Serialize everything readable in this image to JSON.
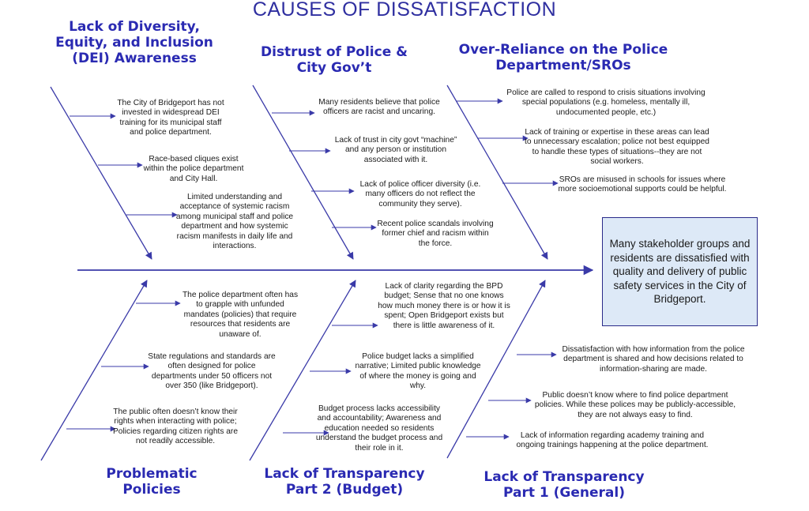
{
  "title": "CAUSES OF DISSATISFACTION",
  "effect": "Many stakeholder groups and residents are dissatisfied with quality and delivery of public safety services in the City of Bridgeport.",
  "colors": {
    "category": "#2a2ab2",
    "lines": "#3a3aa8",
    "effect_fill": "#dde9f7"
  },
  "categories": [
    {
      "label": "Lack of Diversity, Equity, and Inclusion (DEI) Awareness",
      "causes": [
        "The City of Bridgeport has not invested in widespread DEI training for its municipal staff and police department.",
        "Race-based cliques exist within the police department and City Hall.",
        "Limited understanding and acceptance of systemic racism among municipal staff and police department and how systemic racism manifests in daily life and interactions."
      ]
    },
    {
      "label": "Distrust of Police & City Gov’t",
      "causes": [
        "Many residents believe that police officers are racist and uncaring.",
        "Lack of trust in city govt “machine” and any person or institution associated with it.",
        "Lack of police officer diversity (i.e. many officers do not reflect the community they serve).",
        "Recent police scandals involving former chief and racism within the force."
      ]
    },
    {
      "label": "Over-Reliance on the Police Department/SROs",
      "causes": [
        "Police are called to respond to crisis situations involving special populations (e.g. homeless, mentally ill, undocumented people, etc.)",
        "Lack of training or expertise in these areas can lead to unnecessary escalation; police not best equipped to handle these types of situations--they are not social workers.",
        "SROs are misused in schools for issues where more socioemotional supports could be helpful."
      ]
    },
    {
      "label": "Problematic Policies",
      "causes": [
        "The police department often has to grapple with unfunded mandates (policies) that require resources that residents are unaware of.",
        "State regulations and standards are often designed for police departments under 50 officers not over 350 (like Bridgeport).",
        "The public often doesn’t know their rights when interacting with police; Policies regarding citizen rights are not readily accessible."
      ]
    },
    {
      "label": "Lack of Transparency Part 2 (Budget)",
      "causes": [
        "Lack of clarity regarding the BPD budget; Sense that no one knows how much money there is or how it is spent; Open Bridgeport exists but there is little awareness of it.",
        "Police budget lacks a simplified narrative; Limited public knowledge of where the money is going and why.",
        "Budget process lacks accessibility and accountability; Awareness and education needed so residents understand the budget process and their role in it."
      ]
    },
    {
      "label": "Lack of Transparency Part 1 (General)",
      "causes": [
        "Dissatisfaction with how information from the police department is shared and how decisions related to information-sharing are made.",
        "Public doesn’t know where to find police department policies. While these polices may be publicly-accessible, they are not always easy to find.",
        "Lack of information regarding academy training and ongoing trainings happening at the police department."
      ]
    }
  ]
}
